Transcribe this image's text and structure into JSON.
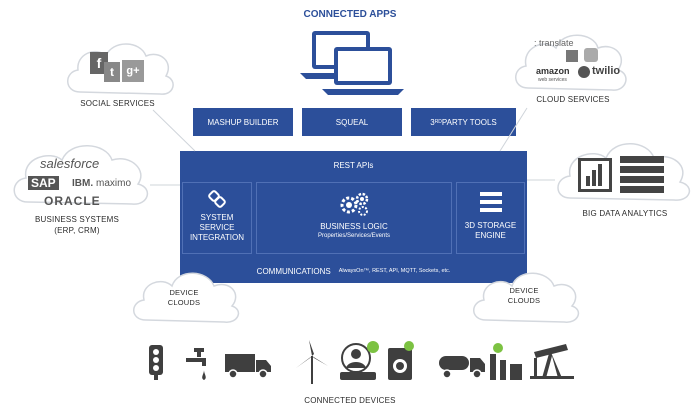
{
  "title": "CONNECTED APPS",
  "tools": {
    "mashup": "MASHUP BUILDER",
    "squeal": "SQUEAL",
    "third_party_prefix": "3",
    "third_party_sup": "RD",
    "third_party_suffix": " PARTY TOOLS"
  },
  "rest_apis": "REST APIs",
  "system_service": [
    "SYSTEM",
    "SERVICE",
    "INTEGRATION"
  ],
  "business_logic": {
    "title": "BUSINESS LOGIC",
    "subtitle": "Properties/Services/Events"
  },
  "storage": [
    "3D STORAGE",
    "ENGINE"
  ],
  "communications": {
    "title": "COMMUNICATIONS",
    "detail": "AlwaysOn™, REST, API, MQTT, Sockets, etc."
  },
  "social": {
    "caption": "SOCIAL SERVICES",
    "logos": [
      "f",
      "t",
      "g+"
    ]
  },
  "cloud_services": {
    "caption": "CLOUD SERVICES",
    "logos": [
      ": translate",
      "amazon",
      "web services",
      "twilio"
    ]
  },
  "business_systems": {
    "caption": [
      "BUSINESS SYSTEMS",
      "(ERP, CRM)"
    ],
    "logos": [
      "salesforce",
      "SAP",
      "IBM.",
      "maximo",
      "ORACLE"
    ]
  },
  "big_data": "BIG DATA ANALYTICS",
  "device_clouds_left": [
    "DEVICE",
    "CLOUDS"
  ],
  "device_clouds_right": [
    "DEVICE",
    "CLOUDS"
  ],
  "connected_devices": "CONNECTED DEVICES",
  "colors": {
    "brand_blue": "#2c4f9a",
    "cloud_fill": "#ffffff",
    "cloud_stroke": "#d4d8de",
    "icon_gray": "#3f3f3f",
    "green": "#7cc242"
  },
  "icons": [
    "laptop-icon",
    "link-icon",
    "gears-icon",
    "storage-icon",
    "chart-icon",
    "traffic-light-icon",
    "faucet-icon",
    "truck-icon",
    "wind-turbine-icon",
    "person-icon",
    "washer-icon",
    "tanker-truck-icon",
    "refinery-icon",
    "oil-pump-icon"
  ]
}
